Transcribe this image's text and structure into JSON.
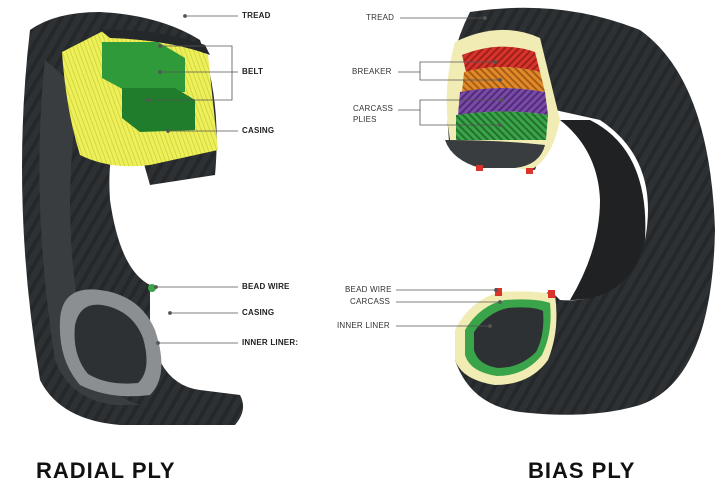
{
  "radial": {
    "title": "RADIAL PLY",
    "labels": {
      "tread": "TREAD",
      "belt": "BELT",
      "casing_top": "CASING",
      "bead_wire": "BEAD WIRE",
      "casing_bottom": "CASING",
      "inner_liner": "INNER LINER:"
    }
  },
  "bias": {
    "title": "BIAS PLY",
    "labels": {
      "tread": "TREAD",
      "breaker": "BREAKER",
      "carcass_plies_1": "CARCASS",
      "carcass_plies_2": "PLIES",
      "bead_wire": "BEAD WIRE",
      "carcass": "CARCASS",
      "inner_liner": "INNER LINER"
    }
  },
  "colors": {
    "rubber": "#2e3133",
    "rubber_light": "#45494c",
    "casing_yellow": "#eef05a",
    "belt_green": "#2e9a3a",
    "inner_liner_grey": "#8c8f92",
    "breaker_red": "#d8342c",
    "ply_orange": "#e28a2a",
    "ply_purple": "#7a4aa8",
    "ply_green": "#3aa44a",
    "bias_casing_cream": "#f1ecb4"
  }
}
